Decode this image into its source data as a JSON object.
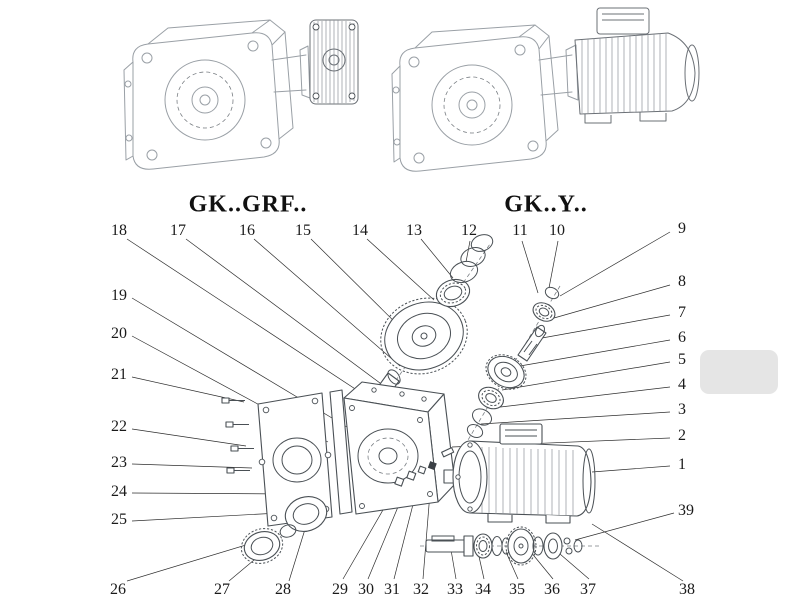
{
  "titles": {
    "left": "GK..GRF..",
    "right": "GK..Y.."
  },
  "callouts": {
    "c1": "1",
    "c2": "2",
    "c3": "3",
    "c4": "4",
    "c5": "5",
    "c6": "6",
    "c7": "7",
    "c8": "8",
    "c9": "9",
    "c10": "10",
    "c11": "11",
    "c12": "12",
    "c13": "13",
    "c14": "14",
    "c15": "15",
    "c16": "16",
    "c17": "17",
    "c18": "18",
    "c19": "19",
    "c20": "20",
    "c21": "21",
    "c22": "22",
    "c23": "23",
    "c24": "24",
    "c25": "25",
    "c26": "26",
    "c27": "27",
    "c28": "28",
    "c29": "29",
    "c30": "30",
    "c31": "31",
    "c32": "32",
    "c33": "33",
    "c34": "34",
    "c35": "35",
    "c36": "36",
    "c37": "37",
    "c38": "38",
    "c39": "39"
  },
  "colors": {
    "line": "#4a5055",
    "sketch": "#9aa0a6",
    "leader": "#2e2e2e",
    "background": "#ffffff"
  }
}
